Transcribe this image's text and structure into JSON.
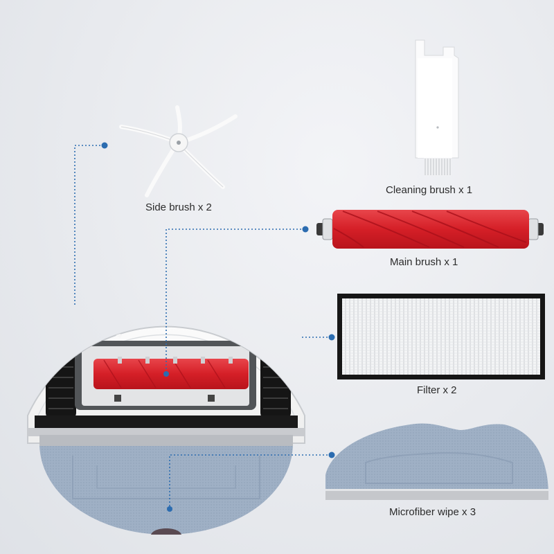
{
  "labels": {
    "side_brush": "Side brush x 2",
    "cleaning_brush": "Cleaning brush x 1",
    "main_brush": "Main brush x 1",
    "filter": "Filter x 2",
    "microfiber_wipe": "Microfiber wipe x 3"
  },
  "colors": {
    "callout": "#2b6cb0",
    "main_brush_red": "#d9222a",
    "mop_blue": "#98a9bf",
    "body_white": "#f7f7f7"
  }
}
